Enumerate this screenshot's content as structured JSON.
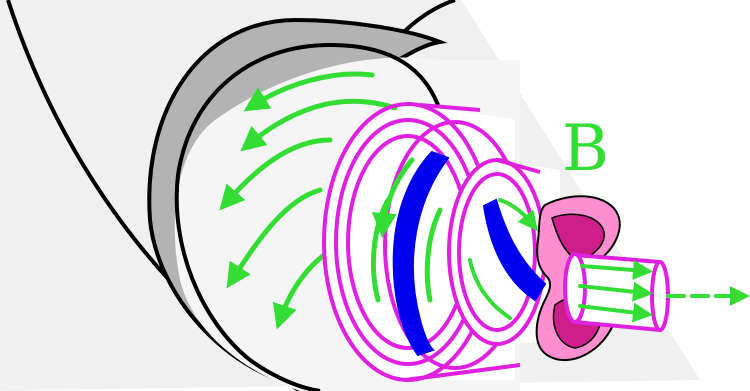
{
  "label": {
    "text": "B"
  },
  "colors": {
    "background": "#ffffff",
    "outline": "#000000",
    "outer_body": "#f0f0f0",
    "outer_rim": "#b3b3b3",
    "coil_stroke": "#e020e0",
    "coil_fill": "#ffffff",
    "band": "#0000ee",
    "field_line": "#33dd33",
    "collar_outer": "#ff8fd0",
    "collar_inner": "#cc1f8a"
  },
  "icons": {
    "field_line_arrow": "arrowhead",
    "collar": "pinched-toroid"
  }
}
